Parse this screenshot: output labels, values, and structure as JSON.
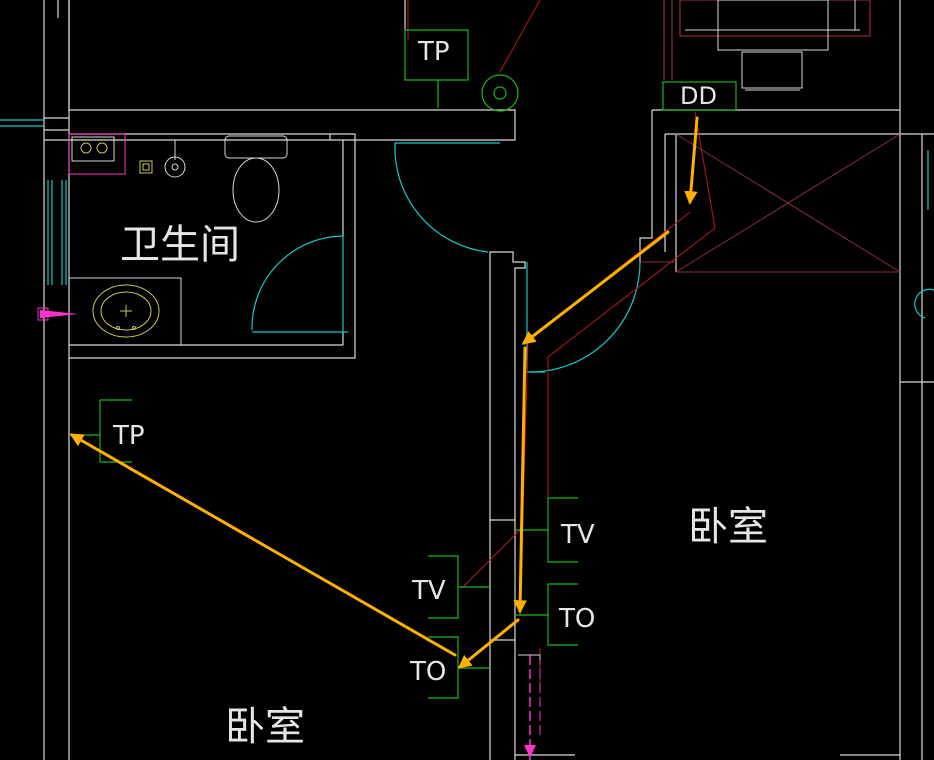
{
  "drawing": {
    "background": "#000000",
    "colors": {
      "wall": "#d9d9d9",
      "door": "#19c8c8",
      "cable": "#c01818",
      "outlet_box": "#19b619",
      "route_arrow": "#ffb000",
      "fixture": "#c8c85a",
      "magenta": "#ff33cc"
    },
    "rooms": {
      "bathroom": "卫生间",
      "bedroom_right": "卧室",
      "bedroom_left": "卧室"
    },
    "outlets": {
      "tp_top": "TP",
      "dd_box": "DD",
      "tp_left": "TP",
      "tv_right": "TV",
      "to_right": "TO",
      "tv_left": "TV",
      "to_left": "TO"
    },
    "icons": {
      "toilet": "toilet-icon",
      "sink": "wash-basin-icon",
      "floor_drain": "floor-drain-icon",
      "pipe_riser": "pipe-riser-icon"
    }
  }
}
